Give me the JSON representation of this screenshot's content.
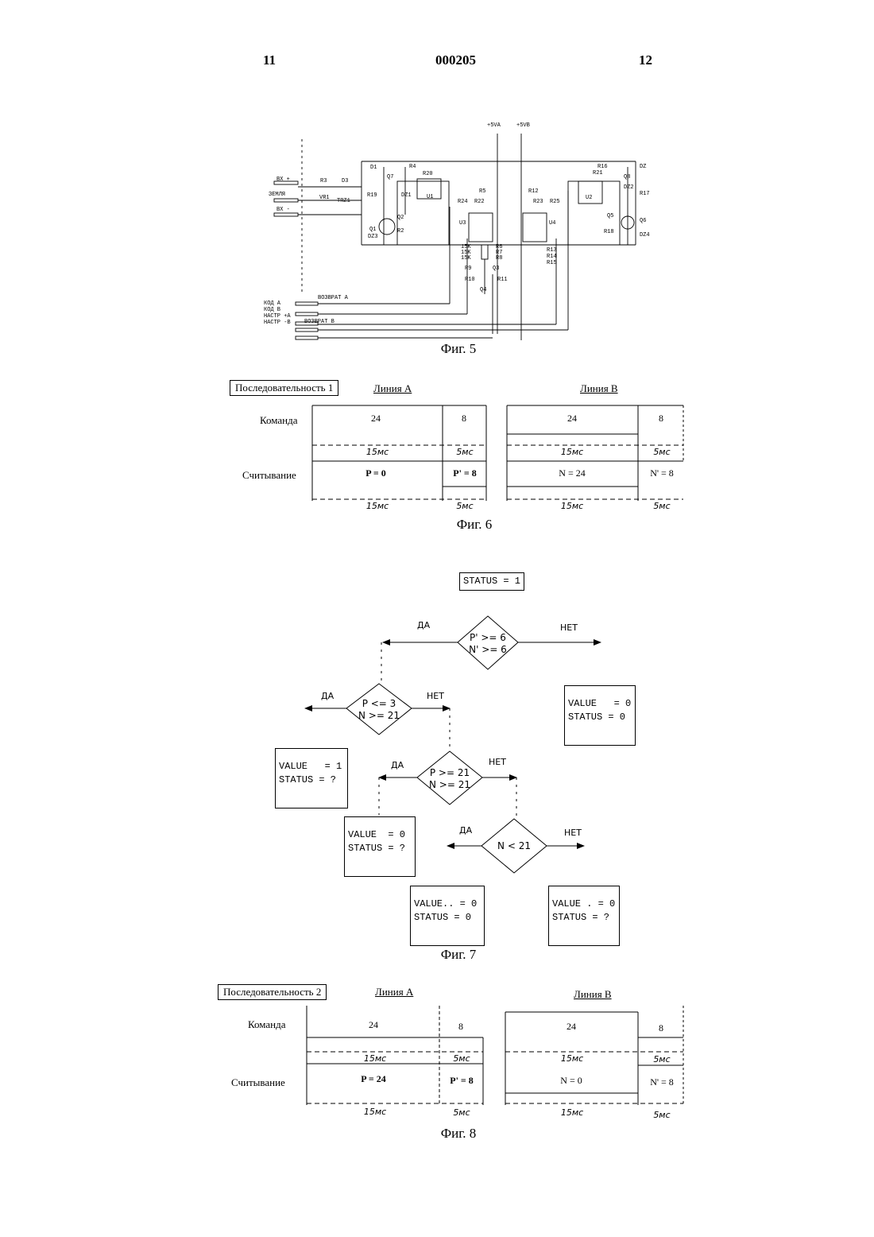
{
  "header": {
    "left": "11",
    "center": "000205",
    "right": "12"
  },
  "fig5": {
    "caption": "Фиг. 5",
    "rails": [
      "+5VA",
      "+5VB"
    ],
    "inputs": [
      "ВХ +",
      "ЗЕМЛЯ",
      "ВХ -"
    ],
    "components": [
      "R3",
      "D3",
      "VR1",
      "TRZ1",
      "D1",
      "R4",
      "R20",
      "Q7",
      "R19",
      "DZ1",
      "U1",
      "Q1",
      "Q2",
      "DZ3",
      "R2",
      "R5",
      "R24",
      "R22",
      "U3",
      "R12",
      "R23",
      "R25",
      "U4",
      "R16",
      "R21",
      "Q8",
      "DZ",
      "DZ2",
      "R17",
      "U2",
      "Q5",
      "Q6",
      "R18",
      "DZ4",
      "R6",
      "R7",
      "R8",
      "R9",
      "Q3",
      "R10",
      "R11",
      "Q4",
      "R13",
      "R14",
      "R15",
      "15K",
      "15K",
      "15K"
    ],
    "bus": [
      "ВОЗВРАТ А",
      "КОД А",
      "КОД В",
      "НАСТР +А",
      "НАСТР -В",
      "ВОЗВРАТ В"
    ]
  },
  "fig6": {
    "caption": "Фиг. 6",
    "sequence": "Последовательность 1",
    "line_a": "Линия А",
    "line_b": "Линия В",
    "row_command": "Команда",
    "row_read": "Считывание",
    "a_cmd": [
      "24",
      "8"
    ],
    "a_read": [
      "P = 0",
      "P' = 8"
    ],
    "b_cmd": [
      "24",
      "8"
    ],
    "b_read": [
      "N = 24",
      "N' = 8"
    ],
    "dur_long": "15мс",
    "dur_short": "5мс"
  },
  "fig7": {
    "caption": "Фиг. 7",
    "start": "STATUS = 1",
    "d1": [
      "P' >= 6",
      "N' >= 6"
    ],
    "d2": [
      "P <= 3",
      "N >= 21"
    ],
    "d3": [
      "P >= 21",
      "N >= 21"
    ],
    "d4": [
      "N < 21"
    ],
    "yes": "ДА",
    "no": "НЕТ",
    "b1": "VALUE   = 0\nSTATUS = 0",
    "b2": "VALUE   = 1\nSTATUS = ?",
    "b3": "VALUE  = 0\nSTATUS = ?",
    "b4": "VALUE.. = 0\nSTATUS = 0",
    "b5": "VALUE . = 0\nSTATUS = ?"
  },
  "fig8": {
    "caption": "Фиг. 8",
    "sequence": "Последовательность 2",
    "line_a": "Линия А",
    "line_b": "Линия В",
    "row_command": "Команда",
    "row_read": "Считывание",
    "a_cmd": [
      "24",
      "8"
    ],
    "a_read": [
      "P = 24",
      "P' = 8"
    ],
    "b_cmd": [
      "24",
      "8"
    ],
    "b_read": [
      "N = 0",
      "N' = 8"
    ],
    "dur_long": "15мс",
    "dur_short": "5мс"
  }
}
